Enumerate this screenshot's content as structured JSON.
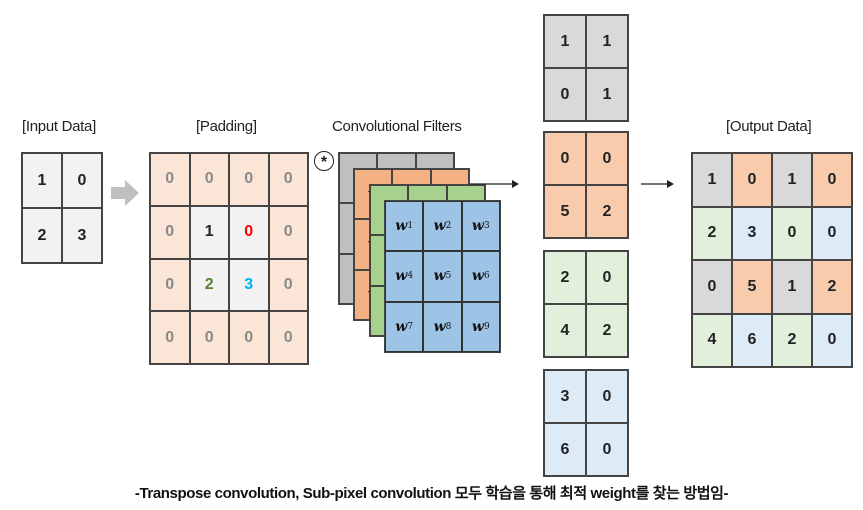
{
  "labels": {
    "input": "[Input Data]",
    "padding": "[Padding]",
    "filters": "Convolutional Filters",
    "output": "[Output Data]"
  },
  "conv_symbol": "*",
  "input_grid": [
    "1",
    "0",
    "2",
    "3"
  ],
  "padding_grid": [
    "0",
    "0",
    "0",
    "0",
    "0",
    "1",
    "0",
    "0",
    "0",
    "2",
    "3",
    "0",
    "0",
    "0",
    "0",
    "0"
  ],
  "filter_weights": [
    {
      "w": "w",
      "sub": "1"
    },
    {
      "w": "w",
      "sub": "2"
    },
    {
      "w": "w",
      "sub": "3"
    },
    {
      "w": "w",
      "sub": "4"
    },
    {
      "w": "w",
      "sub": "5"
    },
    {
      "w": "w",
      "sub": "6"
    },
    {
      "w": "w",
      "sub": "7"
    },
    {
      "w": "w",
      "sub": "8"
    },
    {
      "w": "w",
      "sub": "9"
    }
  ],
  "feature_blocks": [
    {
      "color": "#d9d9d9",
      "values": [
        "1",
        "1",
        "0",
        "1"
      ]
    },
    {
      "color": "#f8cbad",
      "values": [
        "0",
        "0",
        "5",
        "2"
      ]
    },
    {
      "color": "#e2efda",
      "values": [
        "2",
        "0",
        "4",
        "2"
      ]
    },
    {
      "color": "#ddebf7",
      "values": [
        "3",
        "0",
        "6",
        "0"
      ]
    }
  ],
  "output_grid": [
    "1",
    "0",
    "1",
    "0",
    "2",
    "3",
    "0",
    "0",
    "0",
    "5",
    "1",
    "2",
    "4",
    "6",
    "2",
    "0"
  ],
  "colors": {
    "gray": "#d9d9d9",
    "orange": "#f8cbad",
    "green": "#e2efda",
    "blue": "#ddebf7",
    "filter_gray": "#bfbfbf",
    "filter_orange": "#f4b183",
    "filter_green": "#a9d18e",
    "filter_blue": "#9dc3e6",
    "pad_bg": "#fbe5d6",
    "input_bg": "#f2f2f2",
    "red": "#ff0000",
    "green_text": "#548235",
    "blue_text": "#00b0f0"
  },
  "caption": "-Transpose convolution, Sub-pixel convolution 모두 학습을 통해 최적 weight를 찾는 방법임-"
}
